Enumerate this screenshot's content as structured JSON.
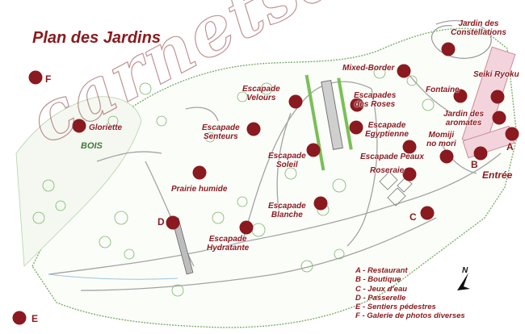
{
  "title": "Plan des Jardins",
  "entree": "Entrée",
  "bois": "BOIS",
  "watermark": "carnetsdeJenny",
  "north": "N",
  "colors": {
    "marker": "#8a1a1f",
    "label": "#8a1a1f",
    "vegetation": "#5aa04a",
    "paths": "#9a9a9a"
  },
  "markers": [
    {
      "id": "F",
      "label": "F"
    },
    {
      "id": "E",
      "label": "E"
    },
    {
      "id": "gloriette",
      "label": "Gloriette"
    },
    {
      "id": "prairie",
      "label": "Prairie humide"
    },
    {
      "id": "D",
      "label": "D"
    },
    {
      "id": "hydratante",
      "label": "Escapade\nHydratante"
    },
    {
      "id": "senteurs",
      "label": "Escapade\nSenteurs"
    },
    {
      "id": "velours",
      "label": "Escapade\nVelours"
    },
    {
      "id": "soleil",
      "label": "Escapade\nSoleil"
    },
    {
      "id": "blanche",
      "label": "Escapade\nBlanche"
    },
    {
      "id": "mixed",
      "label": "Mixed-Border"
    },
    {
      "id": "roses",
      "label": "Escapades\ndes Roses"
    },
    {
      "id": "egyptienne",
      "label": "Escapade\nEgyptienne"
    },
    {
      "id": "peaux",
      "label": "Escapade Peaux"
    },
    {
      "id": "roseraie",
      "label": "Roseraie"
    },
    {
      "id": "constellations",
      "label": "Jardin des\nConstellations"
    },
    {
      "id": "fontaine",
      "label": "Fontaine"
    },
    {
      "id": "seiki",
      "label": "Seiki Ryoku"
    },
    {
      "id": "aromates",
      "label": "Jardin des\naromates"
    },
    {
      "id": "momiji",
      "label": "Momiji\nno mori"
    },
    {
      "id": "A",
      "label": "A"
    },
    {
      "id": "B",
      "label": "B"
    },
    {
      "id": "C",
      "label": "C"
    }
  ],
  "legend": [
    "A - Restaurant",
    "B - Boutique",
    "C - Jeux d'eau",
    "D - Passerelle",
    "E - Sentiers pédestres",
    "F - Galerie de photos diverses"
  ]
}
